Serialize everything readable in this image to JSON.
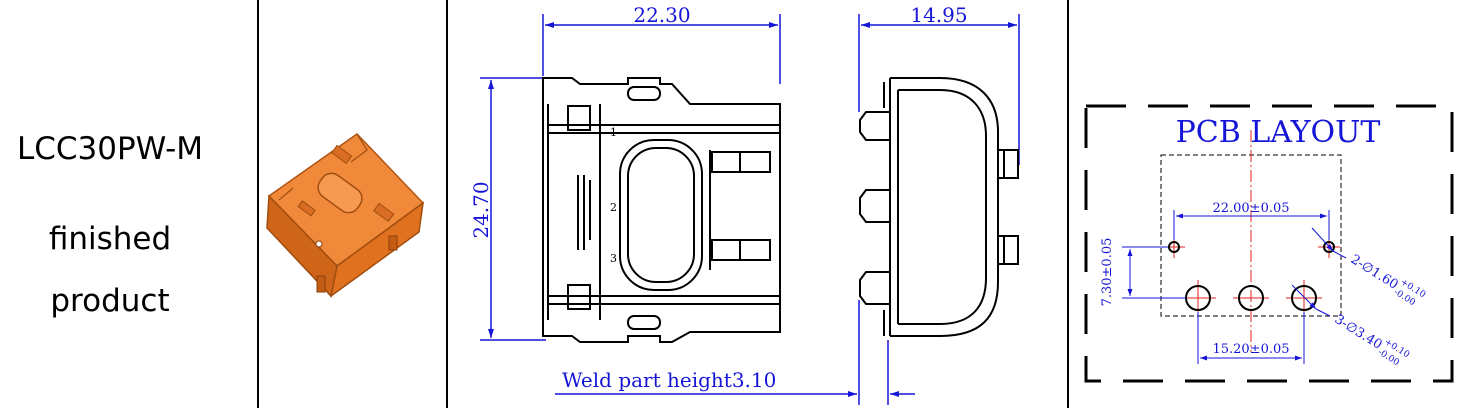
{
  "product": {
    "model": "LCC30PW-M",
    "desc_line1": "finished",
    "desc_line2": "product"
  },
  "drawing": {
    "dim_width": "22.30",
    "dim_depth": "14.95",
    "dim_height": "24.70",
    "weld_label": "Weld part height3.10",
    "body_marks": {
      "mark1": "1",
      "mark2": "2",
      "mark3": "3"
    }
  },
  "pcb": {
    "title": "PCB LAYOUT",
    "dim_pin_span": "22.00±0.05",
    "dim_vertical": "7.30±0.05",
    "dim_hole_span": "15.20±0.05",
    "note_small_holes": "2-∅1.60",
    "note_small_holes_tol_plus": "+0.10",
    "note_small_holes_tol_minus": "-0.00",
    "note_large_holes": "3-∅3.40",
    "note_large_holes_tol_plus": "+0.10",
    "note_large_holes_tol_minus": "-0.00"
  },
  "colors": {
    "dimension": "#1515d8",
    "outline": "#000000",
    "centerline": "#e02020",
    "product_orange": "#e8782a"
  }
}
